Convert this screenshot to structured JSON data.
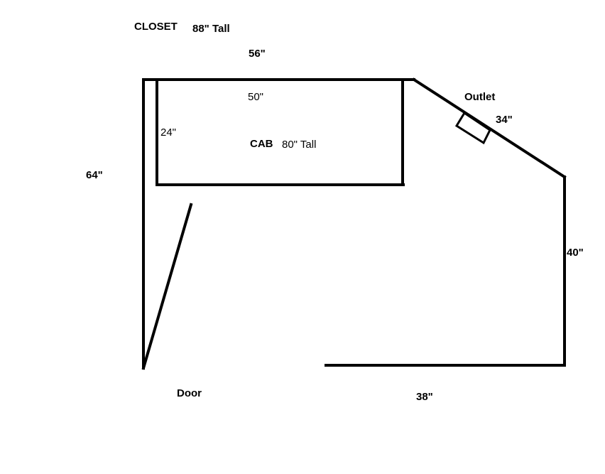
{
  "labels": {
    "closet": "CLOSET",
    "closet_height": "88\" Tall",
    "top_width": "56\"",
    "cab_width": "50\"",
    "cab_depth": "24\"",
    "cab": "CAB",
    "cab_height": "80\" Tall",
    "left_wall": "64\"",
    "outlet": "Outlet",
    "diagonal_wall": "34\"",
    "right_wall": "40\"",
    "door": "Door",
    "bottom_wall": "38\""
  },
  "colors": {
    "lines": "#000000",
    "background": "#ffffff"
  }
}
